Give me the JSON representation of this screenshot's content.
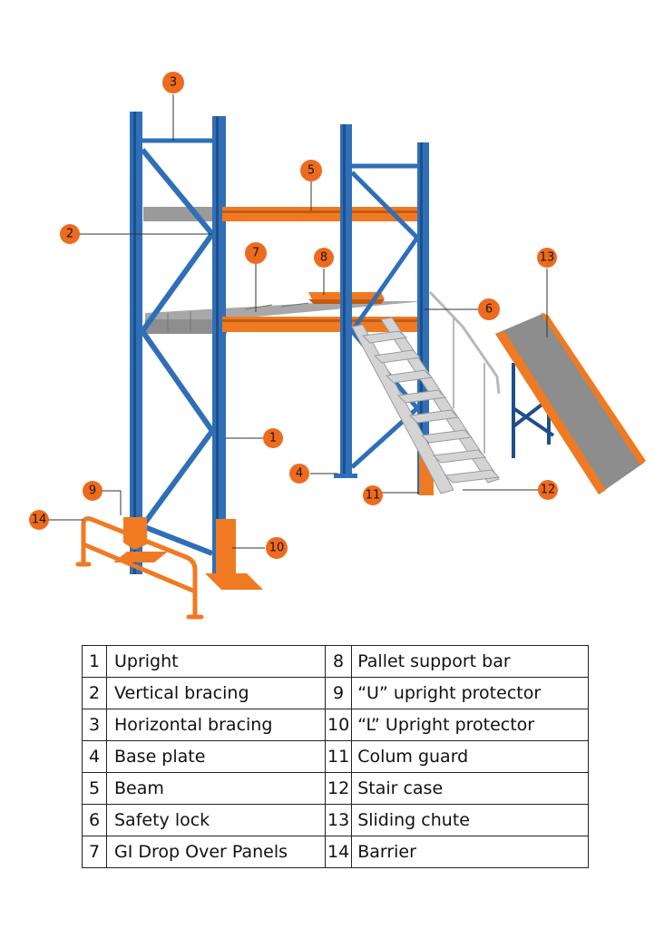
{
  "colors": {
    "upright_blue": "#2f6fb8",
    "upright_dark": "#1f4f8a",
    "beam_orange": "#f07a22",
    "callout_orange": "#ee6a1e",
    "panel_gray": "#9a9a9a",
    "stair_gray": "#cfcfcf"
  },
  "callouts": [
    "1",
    "2",
    "3",
    "4",
    "5",
    "6",
    "7",
    "8",
    "9",
    "10",
    "11",
    "12",
    "13",
    "14"
  ],
  "legend": {
    "rows": [
      {
        "n1": "1",
        "l1": "Upright",
        "n2": "8",
        "l2": "Pallet support bar"
      },
      {
        "n1": "2",
        "l1": "Vertical bracing",
        "n2": "9",
        "l2": "“U” upright protector"
      },
      {
        "n1": "3",
        "l1": "Horizontal bracing",
        "n2": "10",
        "l2": "“L” Upright protector"
      },
      {
        "n1": "4",
        "l1": "Base plate",
        "n2": "11",
        "l2": "Colum guard"
      },
      {
        "n1": "5",
        "l1": "Beam",
        "n2": "12",
        "l2": "Stair case"
      },
      {
        "n1": "6",
        "l1": "Safety lock",
        "n2": "13",
        "l2": "Sliding chute"
      },
      {
        "n1": "7",
        "l1": "GI Drop Over Panels",
        "n2": "14",
        "l2": "Barrier"
      }
    ]
  }
}
